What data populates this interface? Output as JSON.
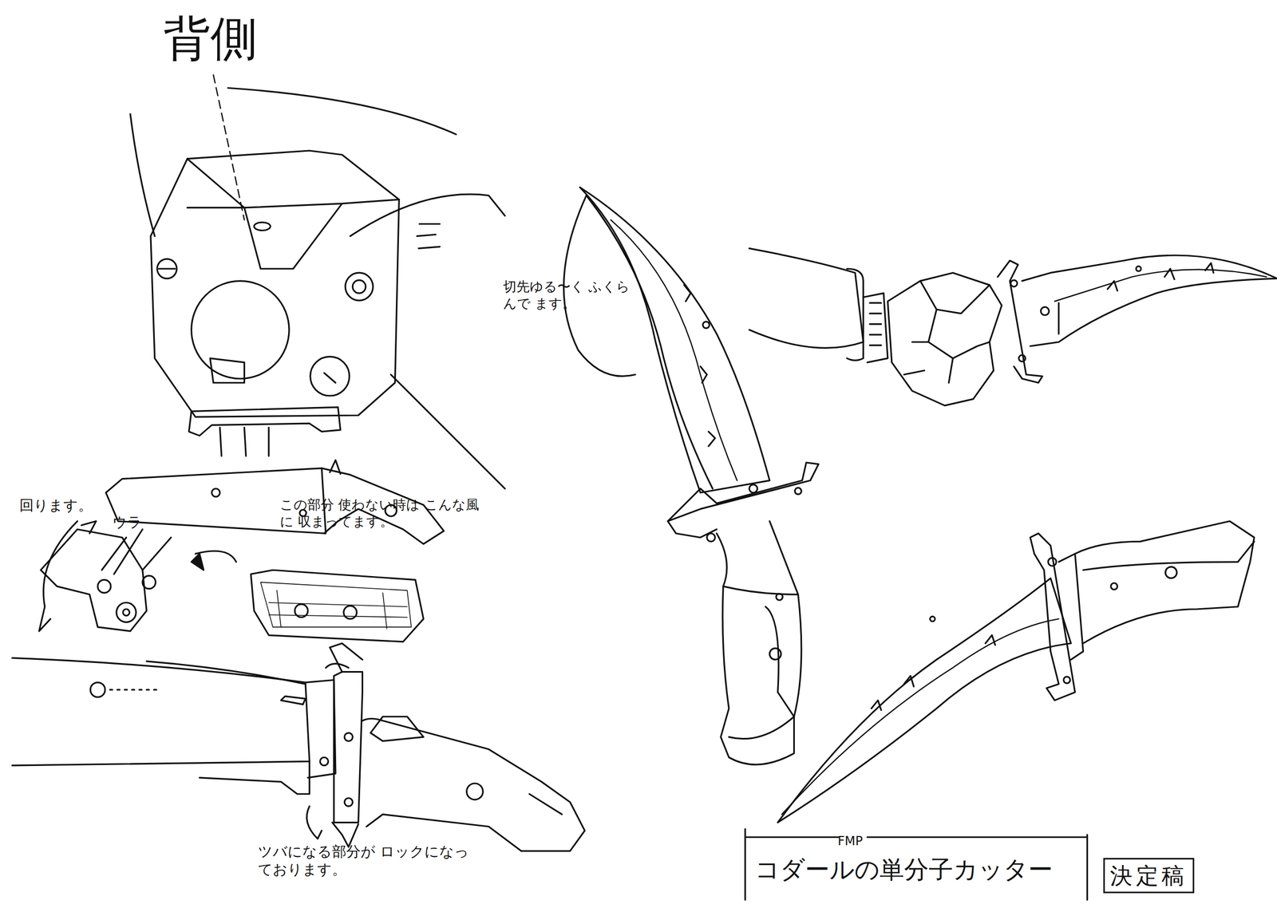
{
  "diagram": {
    "title": "コダールの単分子カッター",
    "nodes": [
      {
        "text": [
          "決定稿"
        ]
      }
    ],
    "labels": [
      "背側",
      "回ります。",
      "ウラ",
      "この部分 使わない時は こんな風に 収まってます。",
      "ツバになる部分が ロックになっております。",
      "切先ゆる〜く ふくらんで ます。",
      "FMP"
    ]
  }
}
